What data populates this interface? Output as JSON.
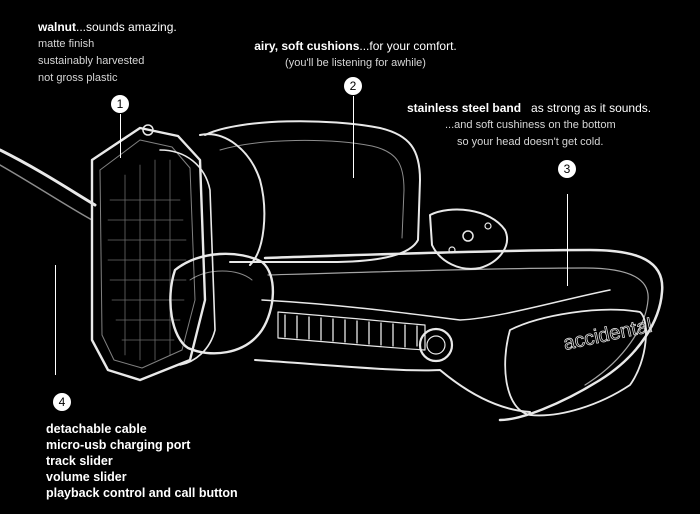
{
  "callouts": [
    {
      "id": "1",
      "bold": "walnut",
      "rest": "...sounds amazing.",
      "lines": [
        "matte finish",
        "sustainably harvested",
        "not gross plastic"
      ]
    },
    {
      "id": "2",
      "bold": "airy, soft cushions",
      "rest": "...for your comfort.",
      "lines": [
        "(you'll be listening for awhile)"
      ]
    },
    {
      "id": "3",
      "bold": "stainless steel band",
      "rest": "   as strong as it sounds.",
      "lines": [
        "...and soft cushiness on the bottom",
        "so your head doesn't get cold."
      ]
    },
    {
      "id": "4",
      "lines": [
        "detachable cable",
        "micro-usb charging port",
        "track slider",
        "volume slider",
        "playback control and call button"
      ]
    }
  ],
  "brand_text": "accidental",
  "colors": {
    "background": "#000000",
    "outline": "#e8e8e8",
    "badge": "#ffffff"
  }
}
